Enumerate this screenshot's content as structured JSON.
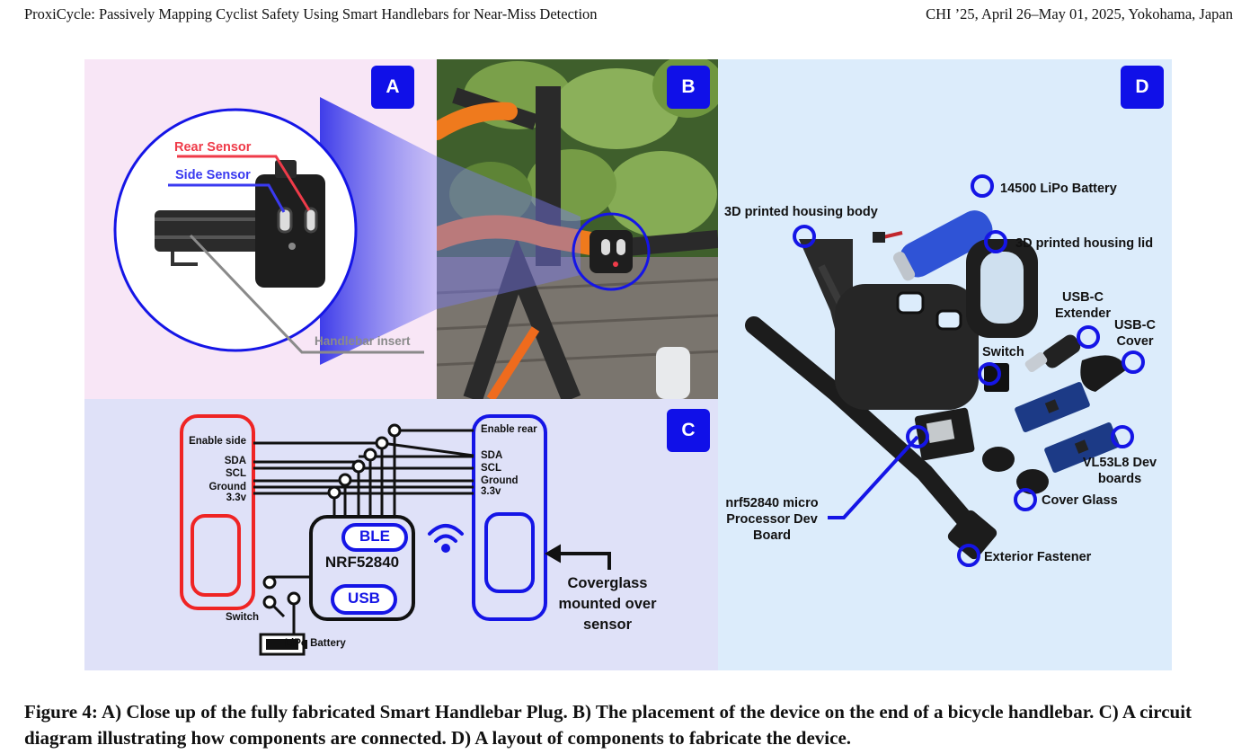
{
  "header": {
    "left": "ProxiCycle: Passively Mapping Cyclist Safety Using Smart Handlebars for Near-Miss Detection",
    "right": "CHI ’25, April 26–May 01, 2025, Yokohama, Japan"
  },
  "panels": {
    "a": {
      "badge": "A",
      "labels": {
        "rear_sensor": "Rear Sensor",
        "side_sensor": "Side Sensor",
        "handlebar_insert": "Handlebar insert"
      },
      "colors": {
        "rear": "#ef3b49",
        "side": "#3a3af0",
        "insert": "#8a8a8a"
      }
    },
    "b": {
      "badge": "B"
    },
    "c": {
      "badge": "C",
      "left_pins": [
        "Enable side",
        "SDA",
        "SCL",
        "Ground",
        "3.3v"
      ],
      "right_pins": [
        "Enable rear",
        "SDA",
        "SCL",
        "Ground",
        "3.3v"
      ],
      "chip": {
        "name": "NRF52840",
        "ble": "BLE",
        "usb": "USB"
      },
      "switch_label": "Switch",
      "battery_label": "LiPo Battery",
      "coverglass_label": "Coverglass mounted over sensor"
    },
    "d": {
      "badge": "D",
      "labels": {
        "battery": "14500 LiPo Battery",
        "housing_body": "3D printed housing body",
        "housing_lid": "3D printed housing lid",
        "usbc_extender": "USB-C Extender",
        "usbc_cover": "USB-C Cover",
        "switch": "Switch",
        "processor": "nrf52840 micro Processor Dev Board",
        "dev_boards": "VL53L8 Dev boards",
        "cover_glass": "Cover Glass",
        "fastener": "Exterior Fastener"
      }
    }
  },
  "caption": "Figure 4: A) Close up of the fully fabricated Smart Handlebar Plug. B) The placement of the device on the end of a bicycle handlebar. C) A circuit diagram illustrating how components are connected. D) A layout of components to fabricate the device."
}
